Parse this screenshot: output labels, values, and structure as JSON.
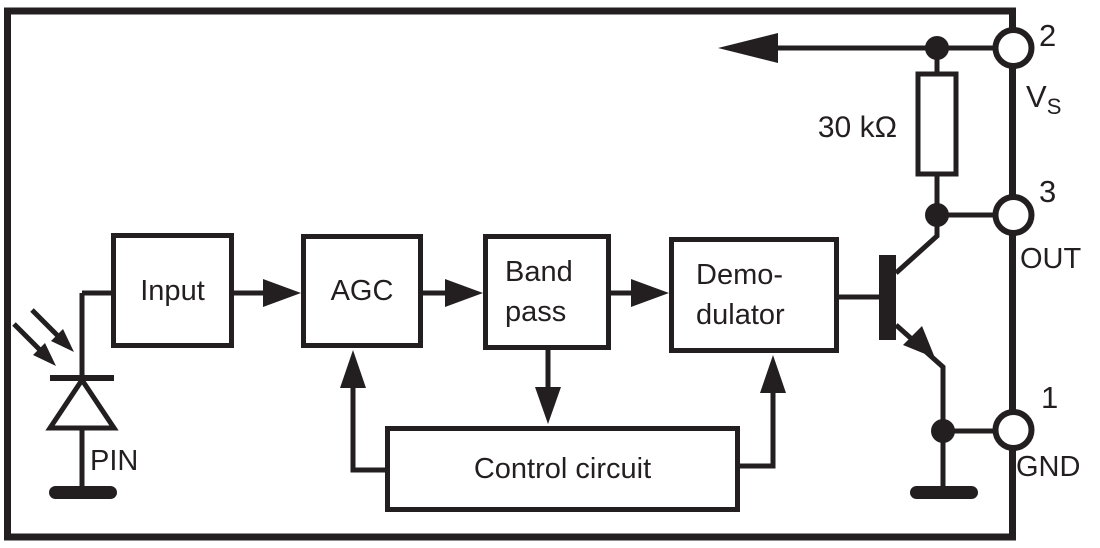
{
  "blocks": {
    "input": {
      "label": "Input"
    },
    "agc": {
      "label": "AGC"
    },
    "bandpass": {
      "line1": "Band",
      "line2": "pass"
    },
    "demodulator": {
      "line1": "Demo-",
      "line2": "dulator"
    },
    "control": {
      "label": "Control circuit"
    }
  },
  "components": {
    "resistor_label": "30 kΩ",
    "photodiode_label": "PIN"
  },
  "pins": [
    {
      "number": "2",
      "name": "V",
      "name_subscript": "S"
    },
    {
      "number": "3",
      "name": "OUT"
    },
    {
      "number": "1",
      "name": "GND"
    }
  ],
  "colors": {
    "ink": "#231f20",
    "background": "#ffffff"
  }
}
